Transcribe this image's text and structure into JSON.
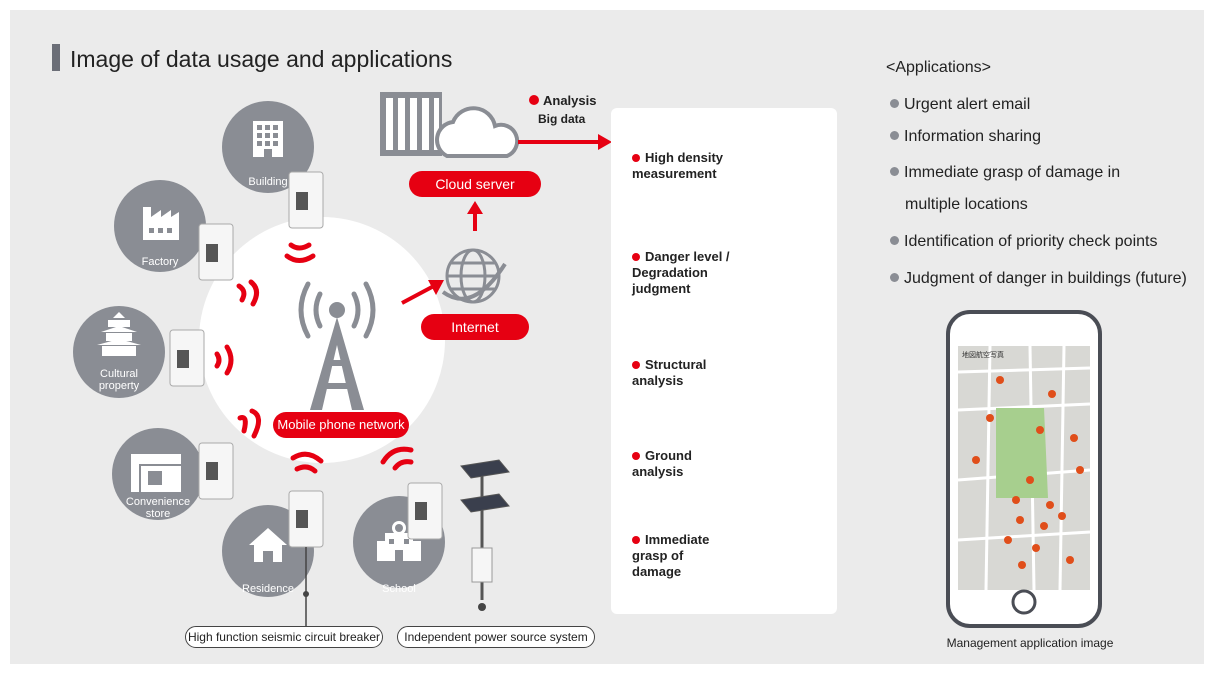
{
  "title": "Image of data usage and applications",
  "colors": {
    "accent": "#e60012",
    "node_grey": "#8a8d94",
    "background": "#ebebeb",
    "dark_grey": "#6b6e77"
  },
  "nodes": {
    "building": "Building",
    "factory": "Factory",
    "cultural_property": "Cultural\nproperty",
    "convenience_store": "Convenience\nstore",
    "residence": "Residence",
    "school": "School"
  },
  "network": {
    "mobile": "Mobile phone network",
    "internet": "Internet",
    "cloud": "Cloud server",
    "analysis": "Analysis",
    "big_data": "Big data"
  },
  "callouts": {
    "breaker": "High function seismic circuit breaker",
    "power": "Independent power source system"
  },
  "analyses": [
    {
      "label": "High density\nmeasurement",
      "icon": "japan-map-icon"
    },
    {
      "label": "Danger level /\nDegradation\njudgment",
      "icon": "building-danger-icon"
    },
    {
      "label": "Structural\nanalysis",
      "icon": "structural-building-icon"
    },
    {
      "label": "Ground\nanalysis",
      "icon": "ground-analysis-icon"
    },
    {
      "label": "Immediate\ngrasp of\ndamage",
      "icon": "city-damage-icon"
    }
  ],
  "applications": {
    "heading": "<Applications>",
    "items": [
      "Urgent alert email",
      "Information sharing",
      "Immediate grasp of damage in",
      "multiple locations",
      "Identification of priority check points",
      "Judgment of danger in buildings (future)"
    ]
  },
  "phone": {
    "caption": "Management application image",
    "map_labels": [
      "地図",
      "航空写真"
    ]
  }
}
